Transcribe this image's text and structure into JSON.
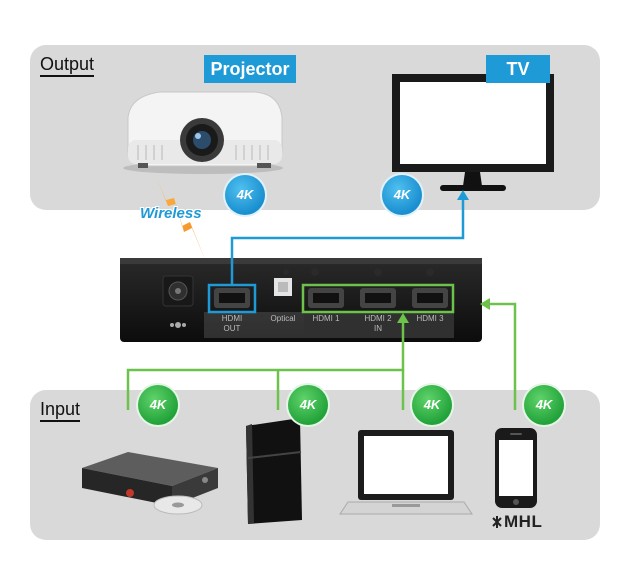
{
  "output_section": {
    "label": "Output"
  },
  "input_section": {
    "label": "Input"
  },
  "devices": {
    "projector": {
      "label": "Projector",
      "badge": "4K"
    },
    "tv": {
      "label": "TV",
      "badge": "4K"
    }
  },
  "wireless_label": "Wireless",
  "switch_box": {
    "ports": [
      {
        "label": "HDMI"
      },
      {
        "label": "Optical"
      },
      {
        "label": "HDMI 1"
      },
      {
        "label": "HDMI 2"
      },
      {
        "label": "HDMI 3"
      }
    ],
    "out_label": "OUT",
    "in_label": "IN"
  },
  "input_badges": [
    "4K",
    "4K",
    "4K",
    "4K"
  ],
  "mhl_logo": "MHL",
  "colors": {
    "output_link": "#1e9ad6",
    "input_link": "#6cc24a",
    "panel": "#d9d9d9"
  }
}
